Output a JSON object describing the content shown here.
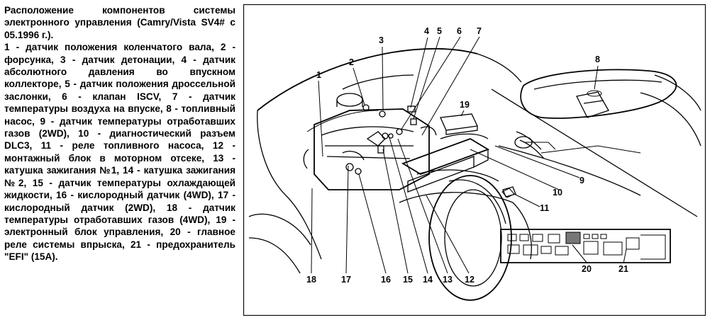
{
  "caption": [
    "Расположение компонентов системы электронного управления (Camry/Vista SV4# с 05.1996 г.).",
    "1 - датчик положения коленчатого вала, 2 - форсунка, 3 - датчик детонации, 4 - датчик абсолютного давления во впускном коллекторе, 5 - датчик положения дроссельной заслонки, 6 - клапан ISCV, 7 - датчик температуры воздуха на впуске, 8 - топливный насос, 9 - датчик температуры отработавших газов (2WD), 10 - диагностический разъем DLC3, 11 - реле топливного насоса, 12 - монтажный блок в моторном отсеке, 13 - катушка зажигания №1, 14 - катушка зажигания №2, 15 - датчик температуры охлаждающей жидкости, 16 - кислородный датчик (4WD), 17 - кислородный датчик (2WD), 18 - датчик температуры отработавших газов (4WD), 19 - электронный блок управления, 20 - главное реле системы впрыска, 21 - предохранитель \"EFI\" (15A)."
  ],
  "callouts": [
    "1",
    "2",
    "3",
    "4",
    "5",
    "6",
    "7",
    "8",
    "9",
    "10",
    "11",
    "12",
    "13",
    "14",
    "15",
    "16",
    "17",
    "18",
    "19",
    "20",
    "21"
  ]
}
